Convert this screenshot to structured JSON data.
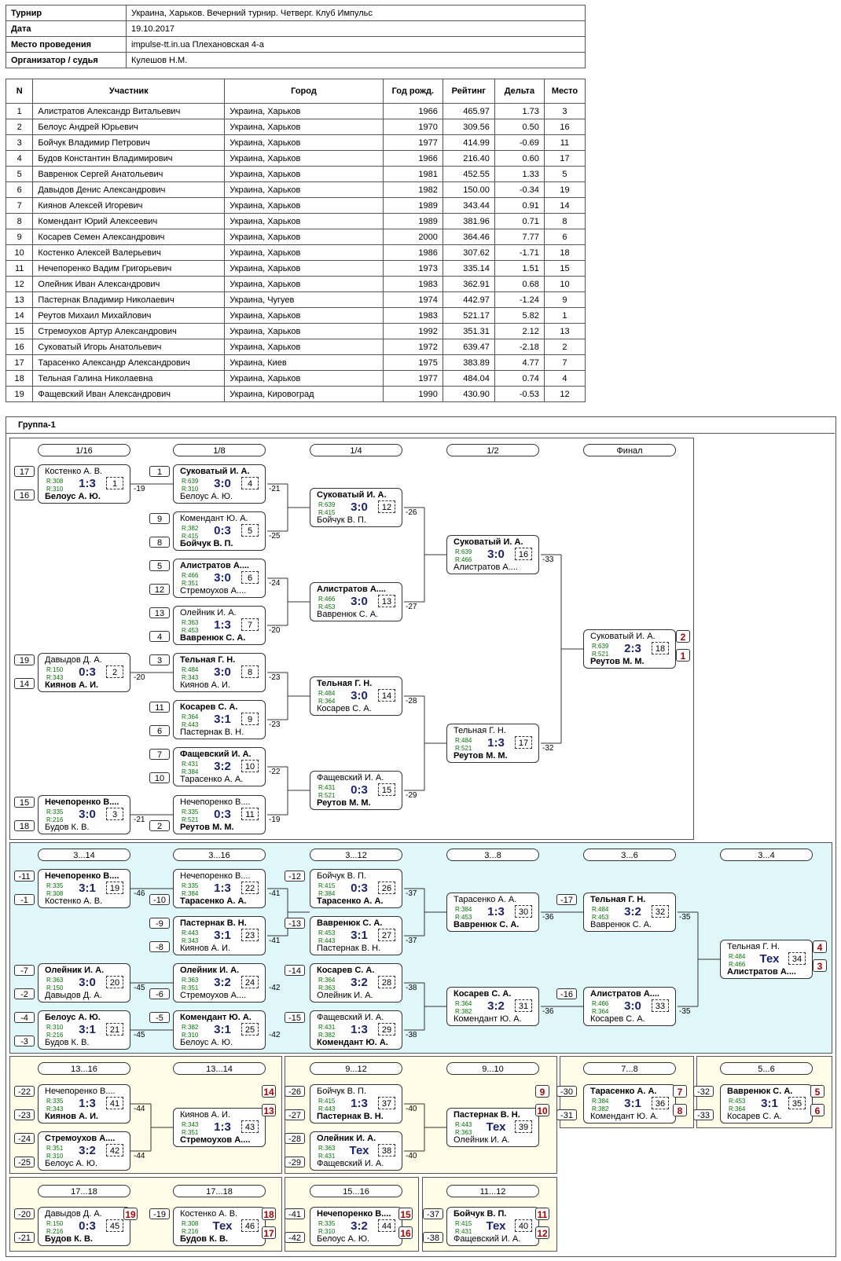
{
  "info": [
    {
      "key": "Турнир",
      "value": "Украина, Харьков. Вечерний турнир. Четверг. Клуб Импульс"
    },
    {
      "key": "Дата",
      "value": "19.10.2017"
    },
    {
      "key": "Место проведения",
      "value": "impulse-tt.in.ua Плехановская 4-а"
    },
    {
      "key": "Организатор / судья",
      "value": "Кулешов Н.М."
    }
  ],
  "players_header": [
    "N",
    "Участник",
    "Город",
    "Год рожд.",
    "Рейтинг",
    "Дельта",
    "Место"
  ],
  "players": [
    [
      "1",
      "Алистратов Александр Витальевич",
      "Украина, Харьков",
      "1966",
      "465.97",
      "1.73",
      "3"
    ],
    [
      "2",
      "Белоус Андрей Юрьевич",
      "Украина, Харьков",
      "1970",
      "309.56",
      "0.50",
      "16"
    ],
    [
      "3",
      "Бойчук Владимир Петрович",
      "Украина, Харьков",
      "1977",
      "414.99",
      "-0.69",
      "11"
    ],
    [
      "4",
      "Будов Константин Владимирович",
      "Украина, Харьков",
      "1966",
      "216.40",
      "0.60",
      "17"
    ],
    [
      "5",
      "Вавренюк Сергей Анатольевич",
      "Украина, Харьков",
      "1981",
      "452.55",
      "1.33",
      "5"
    ],
    [
      "6",
      "Давыдов Денис Александрович",
      "Украина, Харьков",
      "1982",
      "150.00",
      "-0.34",
      "19"
    ],
    [
      "7",
      "Киянов Алексей Игоревич",
      "Украина, Харьков",
      "1989",
      "343.44",
      "0.91",
      "14"
    ],
    [
      "8",
      "Комендант Юрий Алексеевич",
      "Украина, Харьков",
      "1989",
      "381.96",
      "0.71",
      "8"
    ],
    [
      "9",
      "Косарев Семен Александрович",
      "Украина, Харьков",
      "2000",
      "364.46",
      "7.77",
      "6"
    ],
    [
      "10",
      "Костенко Алексей Валерьевич",
      "Украина, Харьков",
      "1986",
      "307.62",
      "-1.71",
      "18"
    ],
    [
      "11",
      "Нечепоренко Вадим Григорьевич",
      "Украина, Харьков",
      "1973",
      "335.14",
      "1.51",
      "15"
    ],
    [
      "12",
      "Олейник Иван Александрович",
      "Украина, Харьков",
      "1983",
      "362.91",
      "0.68",
      "10"
    ],
    [
      "13",
      "Пастернак Владимир Николаевич",
      "Украина, Чугуев",
      "1974",
      "442.97",
      "-1.24",
      "9"
    ],
    [
      "14",
      "Реутов Михаил Михайлович",
      "Украина, Харьков",
      "1983",
      "521.17",
      "5.82",
      "1"
    ],
    [
      "15",
      "Стремоухов Артур Александрович",
      "Украина, Харьков",
      "1992",
      "351.31",
      "2.12",
      "13"
    ],
    [
      "16",
      "Суковатый Игорь Анатольевич",
      "Украина, Харьков",
      "1972",
      "639.47",
      "-2.18",
      "2"
    ],
    [
      "17",
      "Тарасенко Александр Александрович",
      "Украина, Киев",
      "1975",
      "383.89",
      "4.77",
      "7"
    ],
    [
      "18",
      "Тельная Галина Николаевна",
      "Украина, Харьков",
      "1977",
      "484.04",
      "0.74",
      "4"
    ],
    [
      "19",
      "Фащевский Иван Александрович",
      "Украина, Кировоград",
      "1990",
      "430.90",
      "-0.53",
      "12"
    ]
  ],
  "group_title": "Группа-1",
  "pills": [
    {
      "t": "1/16"
    },
    {
      "t": "1/8"
    },
    {
      "t": "1/4"
    },
    {
      "t": "1/2"
    },
    {
      "t": "Финал"
    },
    {
      "t": "3...14"
    },
    {
      "t": "3...16"
    },
    {
      "t": "3...12"
    },
    {
      "t": "3...8"
    },
    {
      "t": "3...6"
    },
    {
      "t": "3...4"
    },
    {
      "t": "13...16"
    },
    {
      "t": "13...14"
    },
    {
      "t": "9...12"
    },
    {
      "t": "9...10"
    },
    {
      "t": "7...8"
    },
    {
      "t": "5...6"
    },
    {
      "t": "17...18"
    },
    {
      "t": "17...18"
    },
    {
      "t": "15...16"
    },
    {
      "t": "11...12"
    }
  ],
  "matches": [
    {
      "p1": "Костенко А. В.",
      "p2": "Белоус А. Ю.",
      "r1": "R:308",
      "r2": "R:310",
      "sc": "1:3",
      "n": "1",
      "w": 2,
      "to": "-19"
    },
    {
      "p1": "Суковатый И. А.",
      "p2": "Белоус А. Ю.",
      "r1": "R:639",
      "r2": "R:310",
      "sc": "3:0",
      "n": "4",
      "w": 1,
      "to": "-21"
    },
    {
      "p1": "Комендант Ю. А.",
      "p2": "Бойчук В. П.",
      "r1": "R:382",
      "r2": "R:415",
      "sc": "0:3",
      "n": "5",
      "w": 2,
      "to": "-25"
    },
    {
      "p1": "Алистратов А....",
      "p2": "Стремоухов А....",
      "r1": "R:466",
      "r2": "R:351",
      "sc": "3:0",
      "n": "6",
      "w": 1,
      "to": "-24"
    },
    {
      "p1": "Олейник И. А.",
      "p2": "Вавренюк С. А.",
      "r1": "R:363",
      "r2": "R:453",
      "sc": "1:3",
      "n": "7",
      "w": 2,
      "to": "-20"
    },
    {
      "p1": "Давыдов Д. А.",
      "p2": "Киянов А. И.",
      "r1": "R:150",
      "r2": "R:343",
      "sc": "0:3",
      "n": "2",
      "w": 2,
      "to": "-20"
    },
    {
      "p1": "Тельная Г. Н.",
      "p2": "Киянов А. И.",
      "r1": "R:484",
      "r2": "R:343",
      "sc": "3:0",
      "n": "8",
      "w": 1,
      "to": "-23"
    },
    {
      "p1": "Косарев С. А.",
      "p2": "Пастернак В. Н.",
      "r1": "R:364",
      "r2": "R:443",
      "sc": "3:1",
      "n": "9",
      "w": 1,
      "to": "-23"
    },
    {
      "p1": "Фащевский И. А.",
      "p2": "Тарасенко А. А.",
      "r1": "R:431",
      "r2": "R:384",
      "sc": "3:2",
      "n": "10",
      "w": 1,
      "to": "-22"
    },
    {
      "p1": "Нечепоренко В....",
      "p2": "Будов К. В.",
      "r1": "R:335",
      "r2": "R:216",
      "sc": "3:0",
      "n": "3",
      "w": 1,
      "to": "-21"
    },
    {
      "p1": "Нечепоренко В....",
      "p2": "Реутов М. М.",
      "r1": "R:335",
      "r2": "R:521",
      "sc": "0:3",
      "n": "11",
      "w": 2,
      "to": "-19"
    },
    {
      "p1": "Суковатый И. А.",
      "p2": "Бойчук В. П.",
      "r1": "R:639",
      "r2": "R:415",
      "sc": "3:0",
      "n": "12",
      "w": 1,
      "to": "-26"
    },
    {
      "p1": "Алистратов А....",
      "p2": "Вавренюк С. А.",
      "r1": "R:466",
      "r2": "R:453",
      "sc": "3:0",
      "n": "13",
      "w": 1,
      "to": "-27"
    },
    {
      "p1": "Тельная Г. Н.",
      "p2": "Косарев С. А.",
      "r1": "R:484",
      "r2": "R:364",
      "sc": "3:0",
      "n": "14",
      "w": 1,
      "to": "-28"
    },
    {
      "p1": "Фащевский И. А.",
      "p2": "Реутов М. М.",
      "r1": "R:431",
      "r2": "R:521",
      "sc": "0:3",
      "n": "15",
      "w": 2,
      "to": "-29"
    },
    {
      "p1": "Суковатый И. А.",
      "p2": "Алистратов А....",
      "r1": "R:639",
      "r2": "R:466",
      "sc": "3:0",
      "n": "16",
      "w": 1,
      "to": "-33"
    },
    {
      "p1": "Тельная Г. Н.",
      "p2": "Реутов М. М.",
      "r1": "R:484",
      "r2": "R:521",
      "sc": "1:3",
      "n": "17",
      "w": 2,
      "to": "-32"
    },
    {
      "p1": "Суковатый И. А.",
      "p2": "Реутов М. М.",
      "r1": "R:639",
      "r2": "R:521",
      "sc": "2:3",
      "n": "18",
      "w": 2,
      "to": ""
    },
    {
      "p1": "Нечепоренко В....",
      "p2": "Костенко А. В.",
      "r1": "R:335",
      "r2": "R:308",
      "sc": "3:1",
      "n": "19",
      "w": 1,
      "to": "-46"
    },
    {
      "p1": "Олейник И. А.",
      "p2": "Давыдов Д. А.",
      "r1": "R:363",
      "r2": "R:150",
      "sc": "3:0",
      "n": "20",
      "w": 1,
      "to": "-45"
    },
    {
      "p1": "Белоус А. Ю.",
      "p2": "Будов К. В.",
      "r1": "R:310",
      "r2": "R:216",
      "sc": "3:1",
      "n": "21",
      "w": 1,
      "to": "-45"
    },
    {
      "p1": "Нечепоренко В....",
      "p2": "Тарасенко А. А.",
      "r1": "R:335",
      "r2": "R:384",
      "sc": "1:3",
      "n": "22",
      "w": 2,
      "to": "-41"
    },
    {
      "p1": "Пастернак В. Н.",
      "p2": "Киянов А. И.",
      "r1": "R:443",
      "r2": "R:343",
      "sc": "3:1",
      "n": "23",
      "w": 1,
      "to": "-41"
    },
    {
      "p1": "Олейник И. А.",
      "p2": "Стремоухов А....",
      "r1": "R:363",
      "r2": "R:351",
      "sc": "3:2",
      "n": "24",
      "w": 1,
      "to": "-42"
    },
    {
      "p1": "Комендант Ю. А.",
      "p2": "Белоус А. Ю.",
      "r1": "R:382",
      "r2": "R:310",
      "sc": "3:1",
      "n": "25",
      "w": 1,
      "to": "-42"
    },
    {
      "p1": "Бойчук В. П.",
      "p2": "Тарасенко А. А.",
      "r1": "R:415",
      "r2": "R:384",
      "sc": "0:3",
      "n": "26",
      "w": 2,
      "to": "-37"
    },
    {
      "p1": "Вавренюк С. А.",
      "p2": "Пастернак В. Н.",
      "r1": "R:453",
      "r2": "R:443",
      "sc": "3:1",
      "n": "27",
      "w": 1,
      "to": "-37"
    },
    {
      "p1": "Косарев С. А.",
      "p2": "Олейник И. А.",
      "r1": "R:364",
      "r2": "R:363",
      "sc": "3:2",
      "n": "28",
      "w": 1,
      "to": "-38"
    },
    {
      "p1": "Фащевский И. А.",
      "p2": "Комендант Ю. А.",
      "r1": "R:431",
      "r2": "R:382",
      "sc": "1:3",
      "n": "29",
      "w": 2,
      "to": "-38"
    },
    {
      "p1": "Тарасенко А. А.",
      "p2": "Вавренюк С. А.",
      "r1": "R:384",
      "r2": "R:453",
      "sc": "1:3",
      "n": "30",
      "w": 2,
      "to": "-36"
    },
    {
      "p1": "Косарев С. А.",
      "p2": "Комендант Ю. А.",
      "r1": "R:364",
      "r2": "R:382",
      "sc": "3:2",
      "n": "31",
      "w": 1,
      "to": "-36"
    },
    {
      "p1": "Тельная Г. Н.",
      "p2": "Вавренюк С. А.",
      "r1": "R:484",
      "r2": "R:453",
      "sc": "3:2",
      "n": "32",
      "w": 1,
      "to": "-35"
    },
    {
      "p1": "Алистратов А....",
      "p2": "Косарев С. А.",
      "r1": "R:466",
      "r2": "R:364",
      "sc": "3:0",
      "n": "33",
      "w": 1,
      "to": "-35"
    },
    {
      "p1": "Тельная Г. Н.",
      "p2": "Алистратов А....",
      "r1": "R:484",
      "r2": "R:466",
      "sc": "Тех",
      "n": "34",
      "w": 2,
      "to": ""
    },
    {
      "p1": "Нечепоренко В....",
      "p2": "Киянов А. И.",
      "r1": "R:335",
      "r2": "R:343",
      "sc": "1:3",
      "n": "41",
      "w": 2,
      "to": "-44"
    },
    {
      "p1": "Стремоухов А....",
      "p2": "Белоус А. Ю.",
      "r1": "R:351",
      "r2": "R:310",
      "sc": "3:2",
      "n": "42",
      "w": 1,
      "to": "-44"
    },
    {
      "p1": "Киянов А. И.",
      "p2": "Стремоухов А....",
      "r1": "R:343",
      "r2": "R:351",
      "sc": "1:3",
      "n": "43",
      "w": 2,
      "to": ""
    },
    {
      "p1": "Бойчук В. П.",
      "p2": "Пастернак В. Н.",
      "r1": "R:415",
      "r2": "R:443",
      "sc": "1:3",
      "n": "37",
      "w": 2,
      "to": "-40"
    },
    {
      "p1": "Олейник И. А.",
      "p2": "Фащевский И. А.",
      "r1": "R:363",
      "r2": "R:431",
      "sc": "Тех",
      "n": "38",
      "w": 1,
      "to": "-40"
    },
    {
      "p1": "Пастернак В. Н.",
      "p2": "Олейник И. А.",
      "r1": "R:443",
      "r2": "R:363",
      "sc": "Тех",
      "n": "39",
      "w": 1,
      "to": ""
    },
    {
      "p1": "Тарасенко А. А.",
      "p2": "Комендант Ю. А.",
      "r1": "R:384",
      "r2": "R:382",
      "sc": "3:1",
      "n": "36",
      "w": 1,
      "to": ""
    },
    {
      "p1": "Вавренюк С. А.",
      "p2": "Косарев С. А.",
      "r1": "R:453",
      "r2": "R:364",
      "sc": "3:1",
      "n": "35",
      "w": 1,
      "to": ""
    },
    {
      "p1": "Давыдов Д. А.",
      "p2": "Будов К. В.",
      "r1": "R:150",
      "r2": "R:216",
      "sc": "0:3",
      "n": "45",
      "w": 2,
      "to": ""
    },
    {
      "p1": "Костенко А. В.",
      "p2": "Будов К. В.",
      "r1": "R:308",
      "r2": "R:216",
      "sc": "Тех",
      "n": "46",
      "w": 2,
      "to": ""
    },
    {
      "p1": "Нечепоренко В....",
      "p2": "Белоус А. Ю.",
      "r1": "R:335",
      "r2": "R:310",
      "sc": "3:2",
      "n": "44",
      "w": 1,
      "to": ""
    },
    {
      "p1": "Бойчук В. П.",
      "p2": "Фащевский И. А.",
      "r1": "R:415",
      "r2": "R:431",
      "sc": "Тех",
      "n": "40",
      "w": 1,
      "to": ""
    }
  ],
  "seeds": [
    "17",
    "16",
    "1",
    "9",
    "8",
    "5",
    "12",
    "13",
    "4",
    "19",
    "14",
    "3",
    "11",
    "6",
    "7",
    "10",
    "15",
    "18",
    "2",
    "-11",
    "-1",
    "-10",
    "-12",
    "-9",
    "-8",
    "-13",
    "-17",
    "-7",
    "-2",
    "-6",
    "-14",
    "-16",
    "-4",
    "-3",
    "-5",
    "-15",
    "-22",
    "-23",
    "-24",
    "-25",
    "-26",
    "-27",
    "-28",
    "-29",
    "-30",
    "-31",
    "-32",
    "-33",
    "-20",
    "-21",
    "-19",
    "-41",
    "-42",
    "-37",
    "-38"
  ],
  "places": [
    "2",
    "1",
    "4",
    "3",
    "14",
    "13",
    "9",
    "10",
    "7",
    "8",
    "5",
    "6",
    "19",
    "18",
    "17",
    "15",
    "16",
    "11",
    "12"
  ]
}
